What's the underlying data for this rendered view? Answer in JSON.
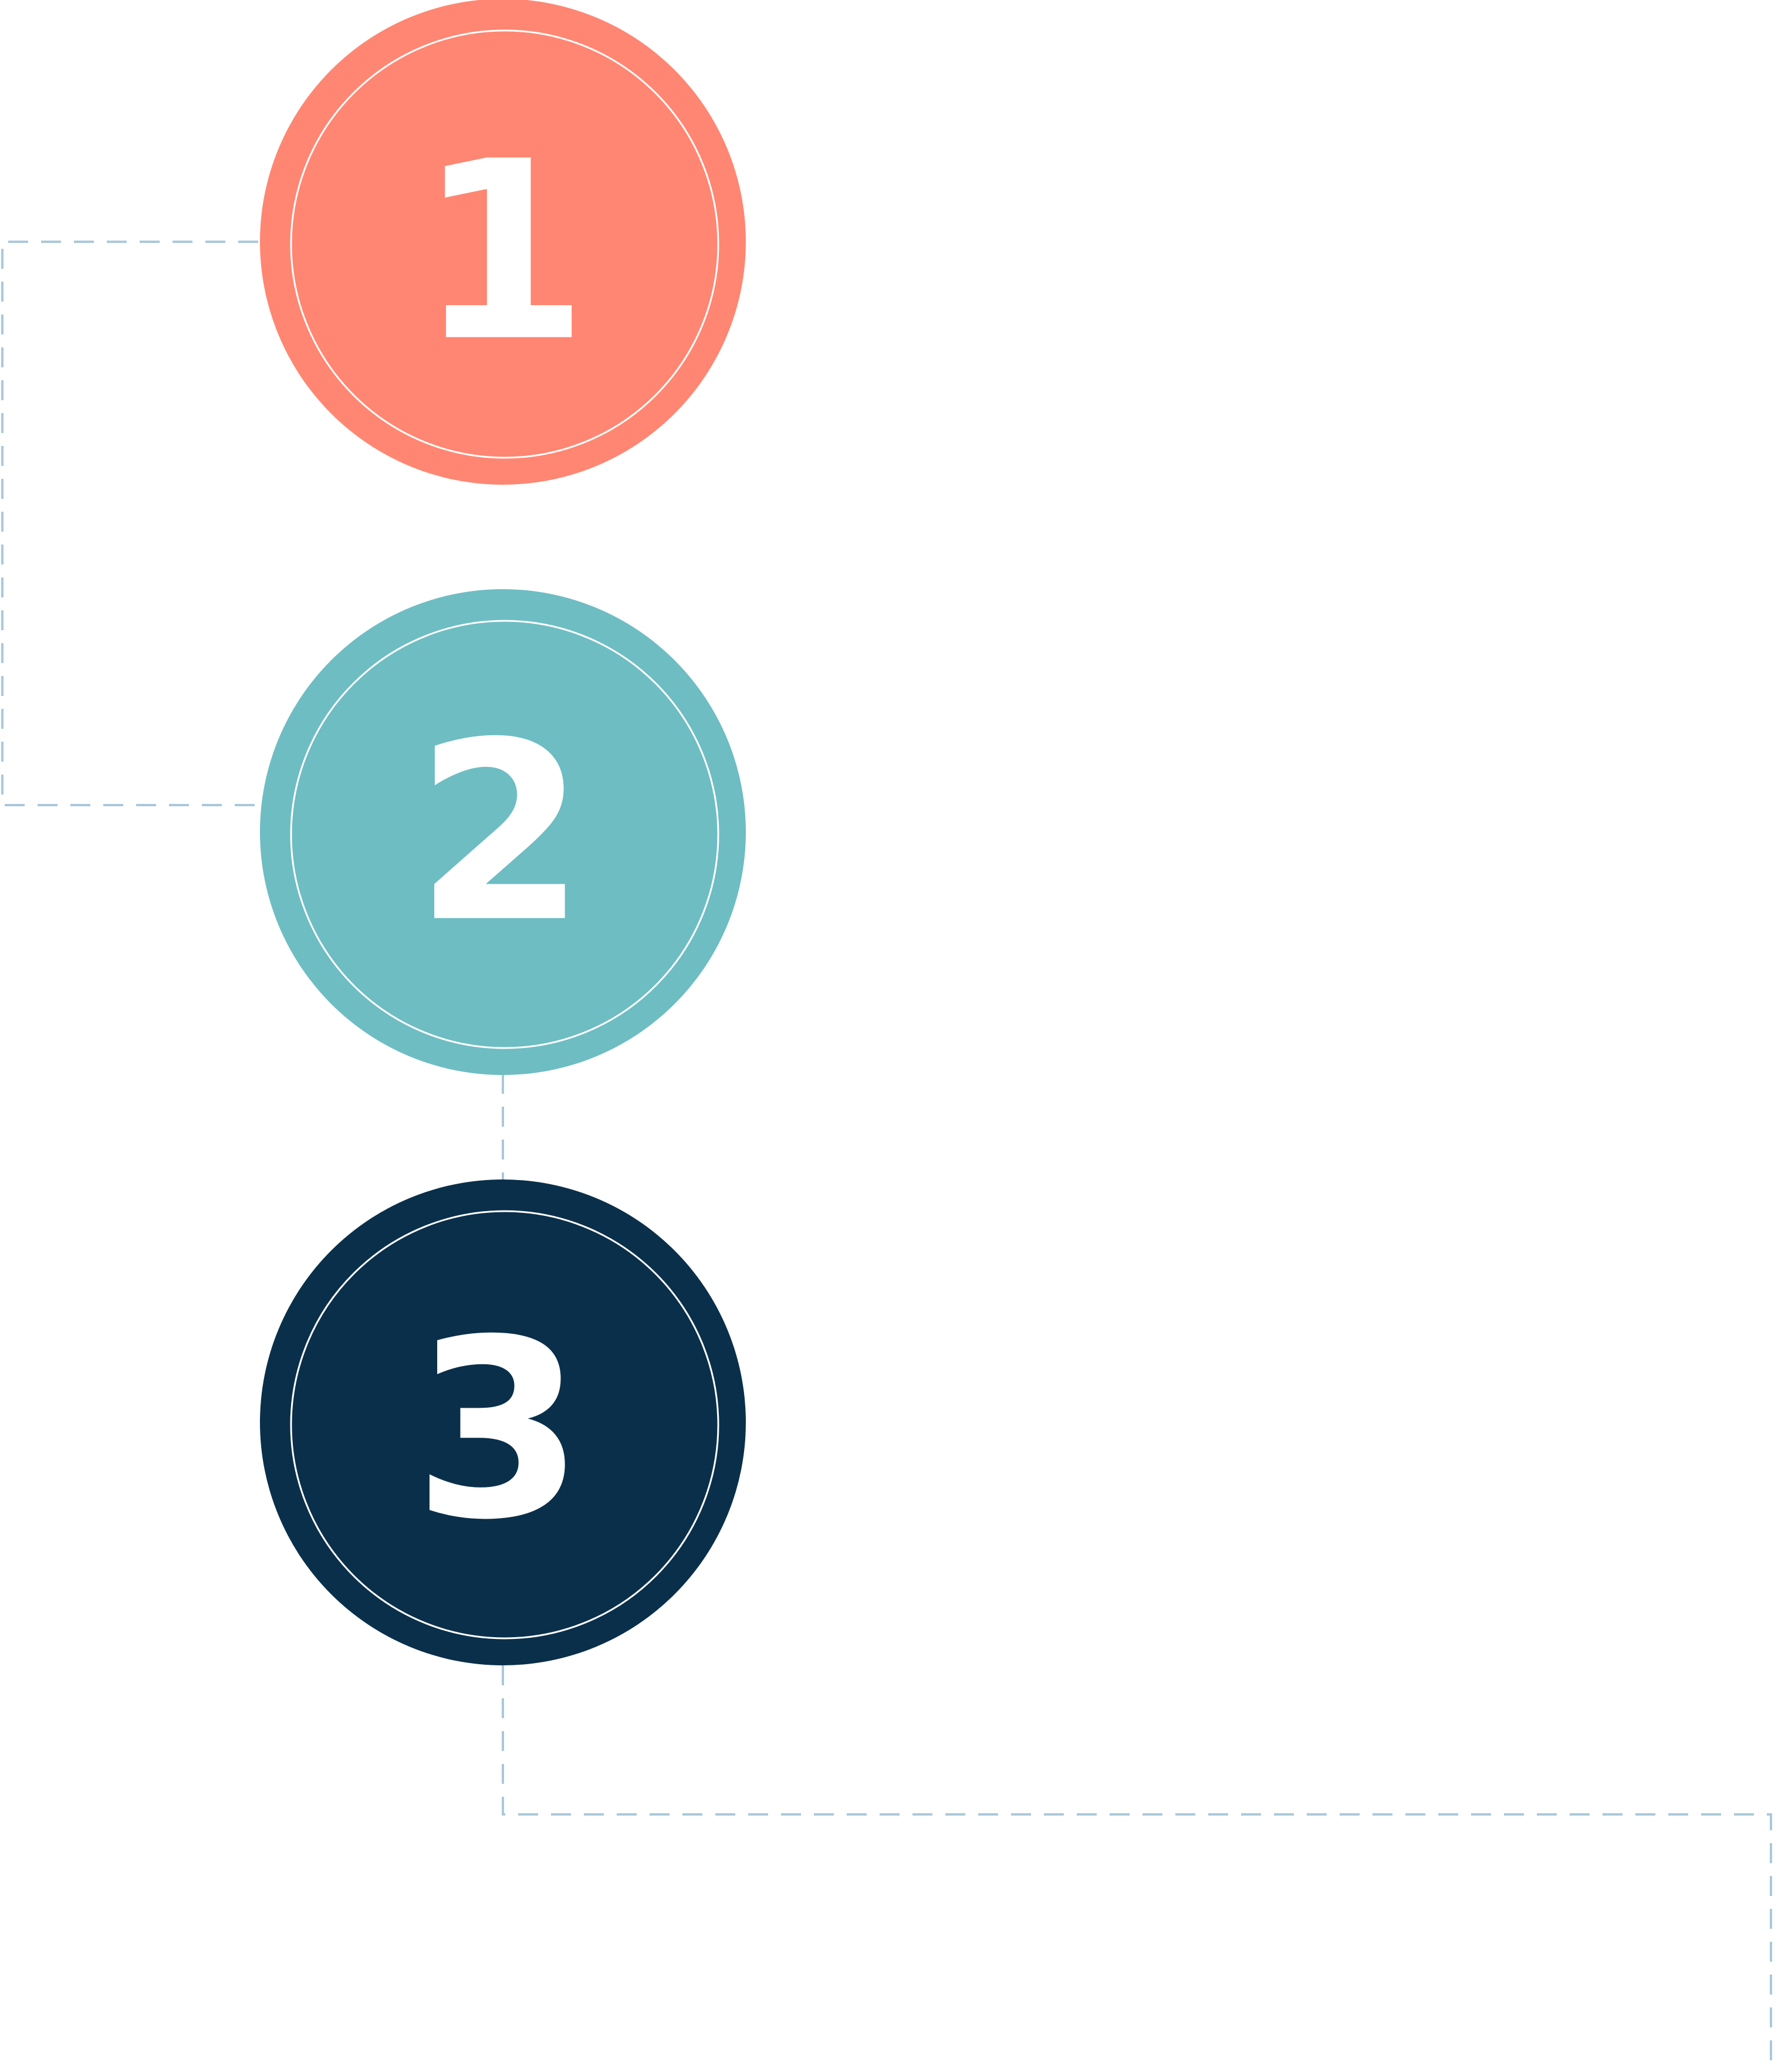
{
  "steps": [
    {
      "number": "1",
      "color": "#ff8672"
    },
    {
      "number": "2",
      "color": "#6ebdc3"
    },
    {
      "number": "3",
      "color": "#0a2f4a"
    }
  ],
  "connector_color": "#aac8da",
  "ring_color": "#ffffff"
}
